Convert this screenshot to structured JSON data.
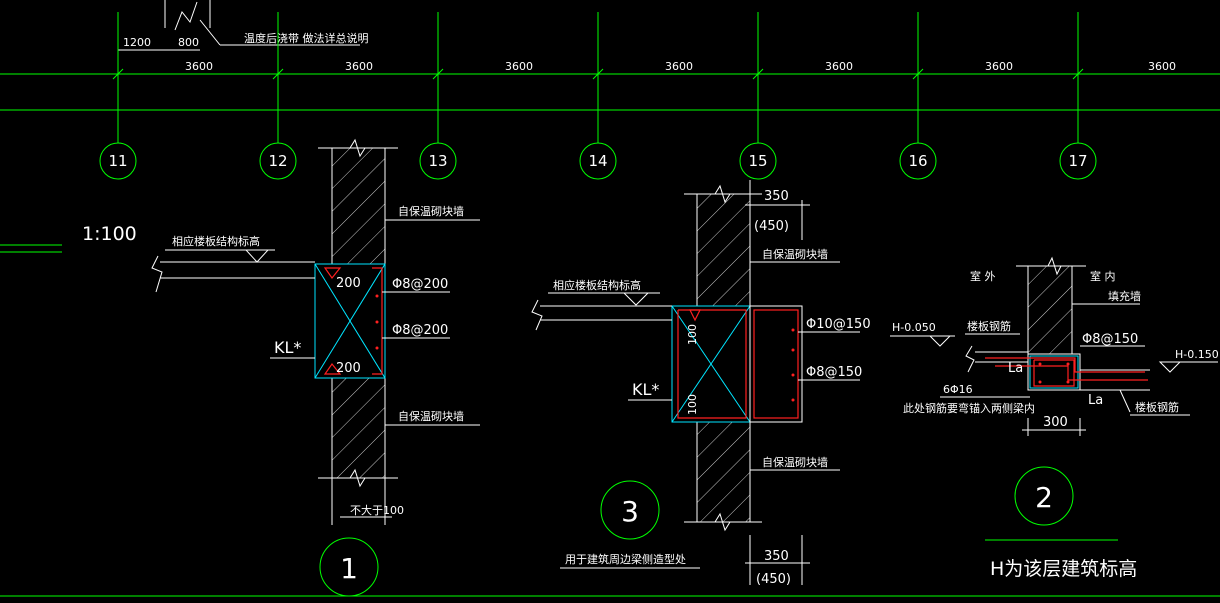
{
  "top_note": {
    "dim_a": "1200",
    "dim_b": "800",
    "text": "温度后浇带  做法详总说明"
  },
  "grid": {
    "spacing_label": "3600",
    "axes": [
      "11",
      "12",
      "13",
      "14",
      "15",
      "16",
      "17"
    ]
  },
  "scale_label": "1:100",
  "detail1": {
    "slab_note": "相应楼板结构标高",
    "wall_top": "自保温砌块墙",
    "wall_bottom": "自保温砌块墙",
    "rebar_top": "Φ8@200",
    "rebar_mid": "Φ8@200",
    "dim_top": "200",
    "dim_bottom": "200",
    "beam": "KL*",
    "limit": "不大于100",
    "number": "1"
  },
  "detail3": {
    "dim_top": "350",
    "dim_top_alt": "(450)",
    "wall_top": "自保温砌块墙",
    "wall_bottom": "自保温砌块墙",
    "slab_note": "相应楼板结构标高",
    "rebar_top": "Φ10@150",
    "rebar_side": "Φ8@150",
    "dim_side_a": "100",
    "dim_side_b": "100",
    "beam": "KL*",
    "caption": "用于建筑周边梁侧造型处",
    "dim_bottom": "350",
    "dim_bottom_alt": "(450)",
    "number": "3"
  },
  "detail2": {
    "outside": "室 外",
    "inside": "室 内",
    "infill": "填充墙",
    "left_elev": "H-0.050",
    "right_elev": "H-0.150",
    "slab_rebar_left": "楼板钢筋",
    "rebar": "Φ8@150",
    "lap_a": "La",
    "bars": "6Φ16",
    "lap_b": "La",
    "note": "此处钢筋要弯锚入两侧梁内",
    "slab_rebar_right": "楼板钢筋",
    "dim": "300",
    "number": "2",
    "footnote": "H为该层建筑标高"
  }
}
